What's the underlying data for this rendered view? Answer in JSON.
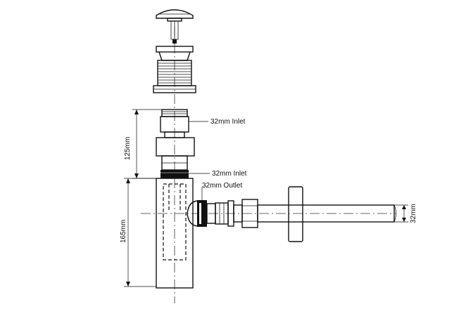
{
  "labels": {
    "inlet_upper": "32mm Inlet",
    "inlet_lower": "32mm Inlet",
    "outlet": "32mm Outlet",
    "dim_125": "125mm",
    "dim_165": "165mm",
    "dim_32": "32mm"
  },
  "colors": {
    "line": "#111111",
    "background": "#ffffff",
    "fill_light": "#d9d9d9",
    "fill_dark": "#111111"
  }
}
